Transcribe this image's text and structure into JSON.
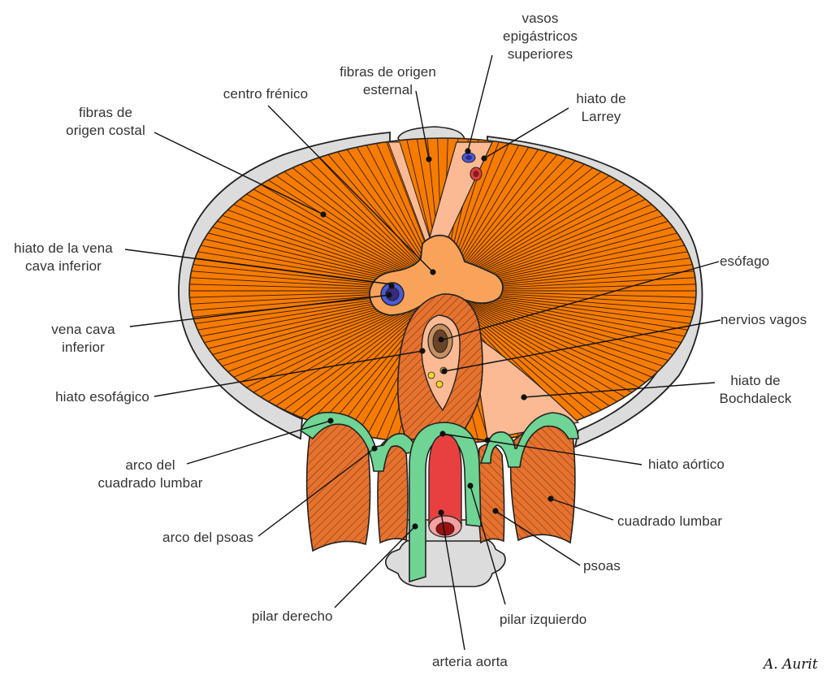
{
  "diagram": {
    "title": "Diafragma — vista inferior",
    "colors": {
      "muscle": "#f57c00",
      "tendon_center": "#f9a35a",
      "hiatus_pale": "#fbb994",
      "hatched_muscle": "#e6722e",
      "arch_green": "#6fd494",
      "aorta": "#e84040",
      "vena_cava": "#4a5bd8",
      "rib_cage": "#dcdcdc",
      "esophagus": "#7a5236"
    },
    "labels": {
      "vasos_epigastricos": "vasos\nepigástricos\nsuperiores",
      "fibras_esternal": "fibras de origen\nesternal",
      "hiato_larrey": "hiato de\nLarrey",
      "centro_frenico": "centro frénico",
      "fibras_costal": "fibras de\norigen costal",
      "hiato_vena_cava": "hiato de la vena\ncava inferior",
      "esofago": "esófago",
      "vena_cava_inferior": "vena cava\ninferior",
      "nervios_vagos": "nervios vagos",
      "hiato_esofagico": "hiato esofágico",
      "hiato_bochdaleck": "hiato de\nBochdaleck",
      "arco_cuadrado": "arco del\ncuadrado lumbar",
      "hiato_aortico": "hiato aórtico",
      "cuadrado_lumbar": "cuadrado lumbar",
      "arco_psoas": "arco del psoas",
      "psoas": "psoas",
      "pilar_derecho": "pilar derecho",
      "pilar_izquierdo": "pilar izquierdo",
      "arteria_aorta": "arteria aorta"
    },
    "signature": "A. Aurit"
  }
}
